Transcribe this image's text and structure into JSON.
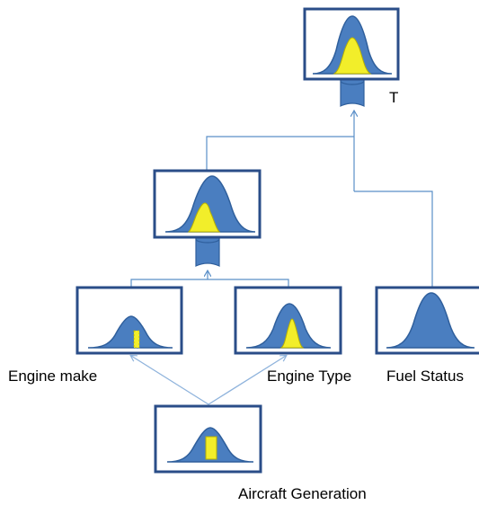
{
  "labels": {
    "top_node": "T",
    "engine_make": "Engine make",
    "engine_type": "Engine Type",
    "fuel_status": "Fuel Status",
    "aircraft_generation": "Aircraft Generation"
  },
  "colors": {
    "box_border": "#2a4d88",
    "bell_fill": "#4a7ec0",
    "bell_stroke": "#2f5f9c",
    "highlight_fill": "#f2ee2a",
    "highlight_stroke": "#b8b000",
    "connector": "#5a8fc8",
    "arrow": "#8fb3dc"
  }
}
